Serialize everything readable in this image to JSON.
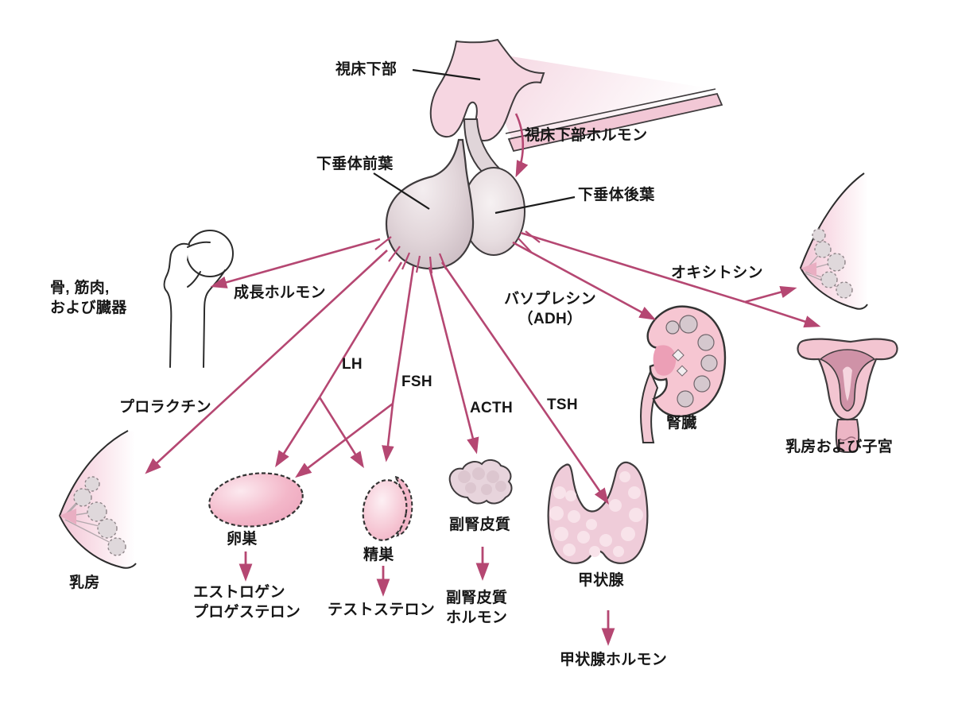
{
  "diagram": {
    "labels": {
      "hypothalamus": "視床下部",
      "hypothalamic_hormone": "視床下部ホルモン",
      "anterior_pituitary": "下垂体前葉",
      "posterior_pituitary": "下垂体後葉",
      "growth_hormone": "成長ホルモン",
      "bone_muscle_organs": "骨, 筋肉,\nおよび臓器",
      "prolactin": "プロラクチン",
      "lh": "LH",
      "fsh": "FSH",
      "acth": "ACTH",
      "tsh": "TSH",
      "vasopressin": "バソプレシン\n（ADH）",
      "oxytocin": "オキシトシン",
      "kidney": "腎臓",
      "breast": "乳房",
      "ovary": "卵巣",
      "testis": "精巣",
      "adrenal_cortex": "副腎皮質",
      "thyroid": "甲状腺",
      "breast_and_uterus": "乳房および子宮",
      "estrogen_progesterone": "エストロゲン\nプロゲステロン",
      "testosterone": "テストステロン",
      "adrenal_cortex_hormones": "副腎皮質\nホルモン",
      "thyroid_hormone": "甲状腺ホルモン"
    },
    "colors": {
      "arrow": "#b54772",
      "outline": "#3f3b3d",
      "organ_pink": "#f3c2d1",
      "gland_gray": "#d8cbd0",
      "light_pink": "#f6d6e1"
    }
  }
}
